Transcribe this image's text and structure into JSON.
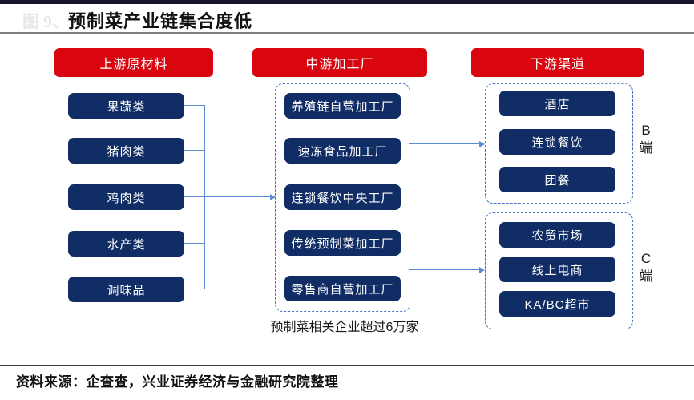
{
  "header": {
    "figure_label": "图 9、",
    "title": "预制菜产业链集合度低"
  },
  "columns": [
    {
      "header": "上游原材料",
      "items": [
        "果蔬类",
        "猪肉类",
        "鸡肉类",
        "水产类",
        "调味品"
      ]
    },
    {
      "header": "中游加工厂",
      "items": [
        "养殖链自营加工厂",
        "速冻食品加工厂",
        "连锁餐饮中央工厂",
        "传统预制菜加工厂",
        "零售商自营加工厂"
      ],
      "caption": "预制菜相关企业超过6万家"
    },
    {
      "header": "下游渠道",
      "groups": [
        {
          "label_lines": [
            "B",
            "端"
          ],
          "items": [
            "酒店",
            "连锁餐饮",
            "团餐"
          ]
        },
        {
          "label_lines": [
            "C",
            "端"
          ],
          "items": [
            "农贸市场",
            "线上电商",
            "KA/BC超市"
          ]
        }
      ]
    }
  ],
  "footer": {
    "source": "资料来源：企查查，兴业证券经济与金融研究院整理"
  },
  "colors": {
    "header_red": "#d9050f",
    "node_navy": "#112d66",
    "connector_blue": "#5b8ad6",
    "dashed_border_blue": "#4472c4",
    "top_bar": "#15152e"
  }
}
